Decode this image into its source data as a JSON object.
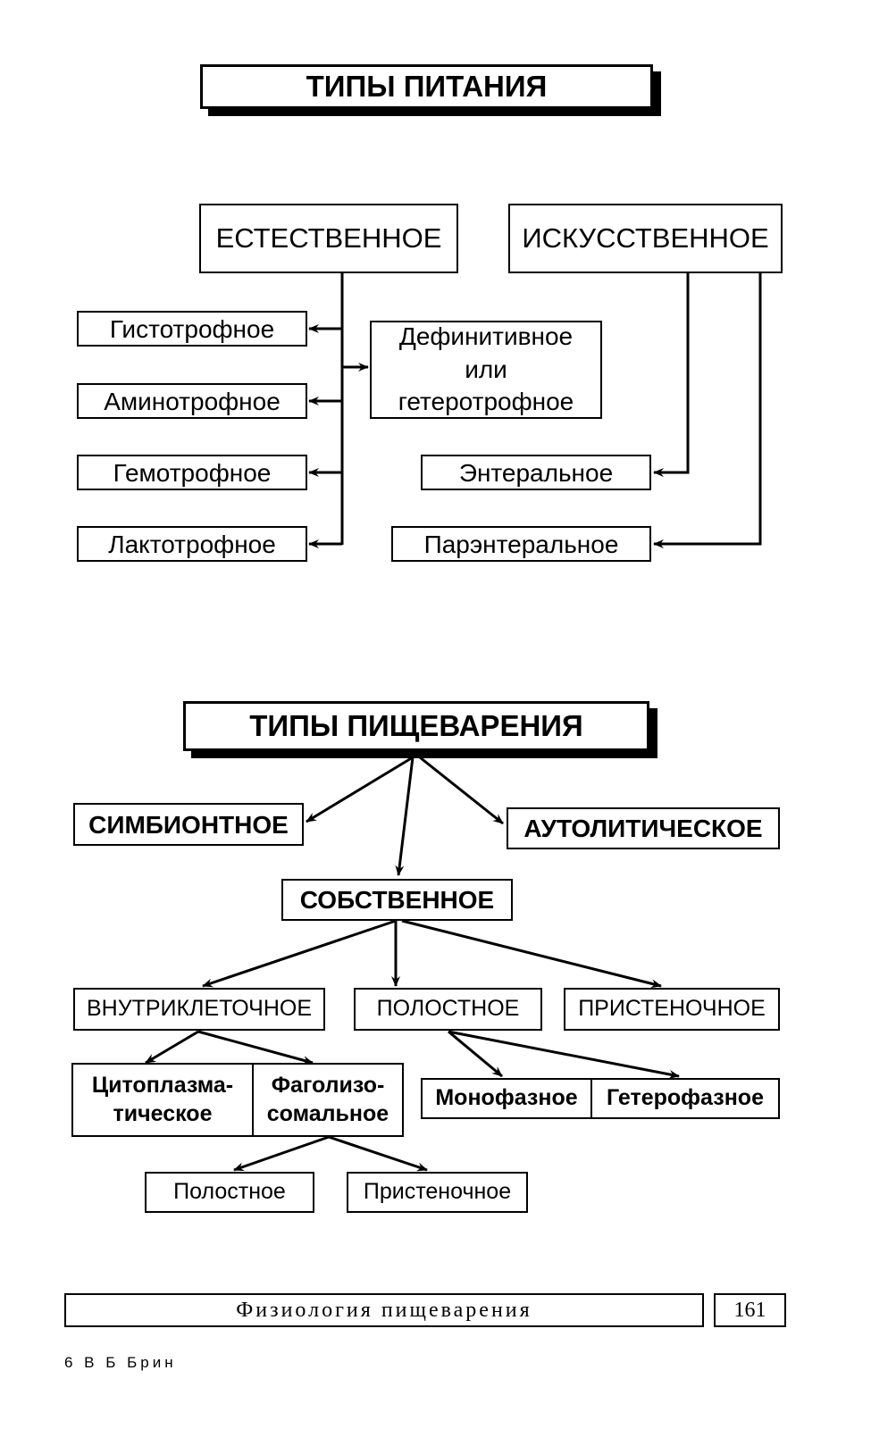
{
  "nutrition": {
    "title": "ТИПЫ ПИТАНИЯ",
    "natural": "ЕСТЕСТВЕННОЕ",
    "artificial": "ИСКУССТВЕННОЕ",
    "histotrophic": "Гистотрофное",
    "aminotrophic": "Аминотрофное",
    "hemotrophic": "Гемотрофное",
    "lactotrophic": "Лактотрофное",
    "definitive_line1": "Дефинитивное",
    "definitive_line2": "или",
    "definitive_line3": "гетеротрофное",
    "enteral": "Энтеральное",
    "parenteral": "Парэнтеральное"
  },
  "digestion": {
    "title": "ТИПЫ ПИЩЕВАРЕНИЯ",
    "symbiotic": "СИМБИОНТНОЕ",
    "autolytic": "АУТОЛИТИЧЕСКОЕ",
    "own": "СОБСТВЕННОЕ",
    "intracellular": "ВНУТРИКЛЕТОЧНОЕ",
    "cavitary": "ПОЛОСТНОЕ",
    "parietal": "ПРИСТЕНОЧНОЕ",
    "cytoplasmic_line1": "Цитоплазма-",
    "cytoplasmic_line2": "тическое",
    "phagolysosomal_line1": "Фаголизо-",
    "phagolysosomal_line2": "сомальное",
    "monophasic": "Монофазное",
    "heterophasic": "Гетерофазное",
    "cavitary_sub": "Полостное",
    "parietal_sub": "Пристеночное"
  },
  "footer": {
    "chapter": "Физиология пищеварения",
    "page": "161",
    "signature": "6 В Б Брин"
  }
}
